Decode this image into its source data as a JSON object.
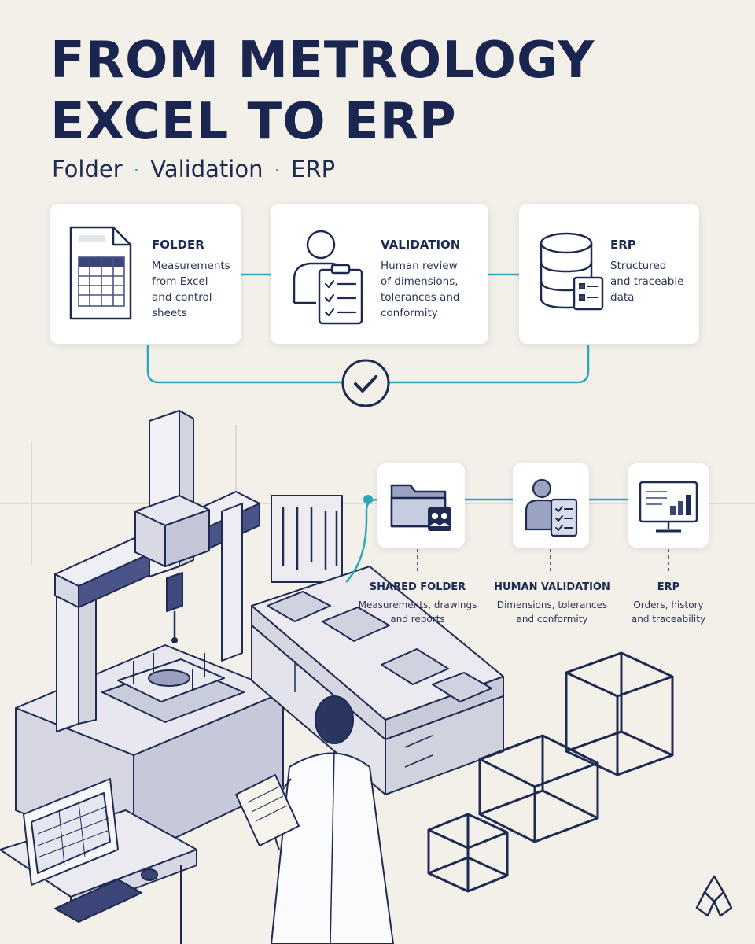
{
  "header": {
    "title": "FROM METROLOGY EXCEL TO ERP",
    "subtitle": [
      "Folder",
      "Validation",
      "ERP"
    ]
  },
  "cards": [
    {
      "title": "FOLDER",
      "lines": [
        "Measurements",
        "from Excel",
        "and control",
        "sheets"
      ]
    },
    {
      "title": "VALIDATION",
      "lines": [
        "Human review",
        "of dimensions,",
        "tolerances and",
        "conformity"
      ]
    },
    {
      "title": "ERP",
      "lines": [
        "Structured",
        "and traceable",
        "data"
      ]
    }
  ],
  "flow": [
    {
      "title": "SHARED FOLDER",
      "lines": [
        "Measurements, drawings",
        "and reports"
      ]
    },
    {
      "title": "HUMAN VALIDATION",
      "lines": [
        "Dimensions, tolerances",
        "and conformity"
      ]
    },
    {
      "title": "ERP",
      "lines": [
        "Orders, history",
        "and traceability"
      ]
    }
  ],
  "colors": {
    "navy": "#1a2550",
    "teal": "#2aaab8",
    "background": "#f3efe9",
    "card": "#ffffff"
  }
}
